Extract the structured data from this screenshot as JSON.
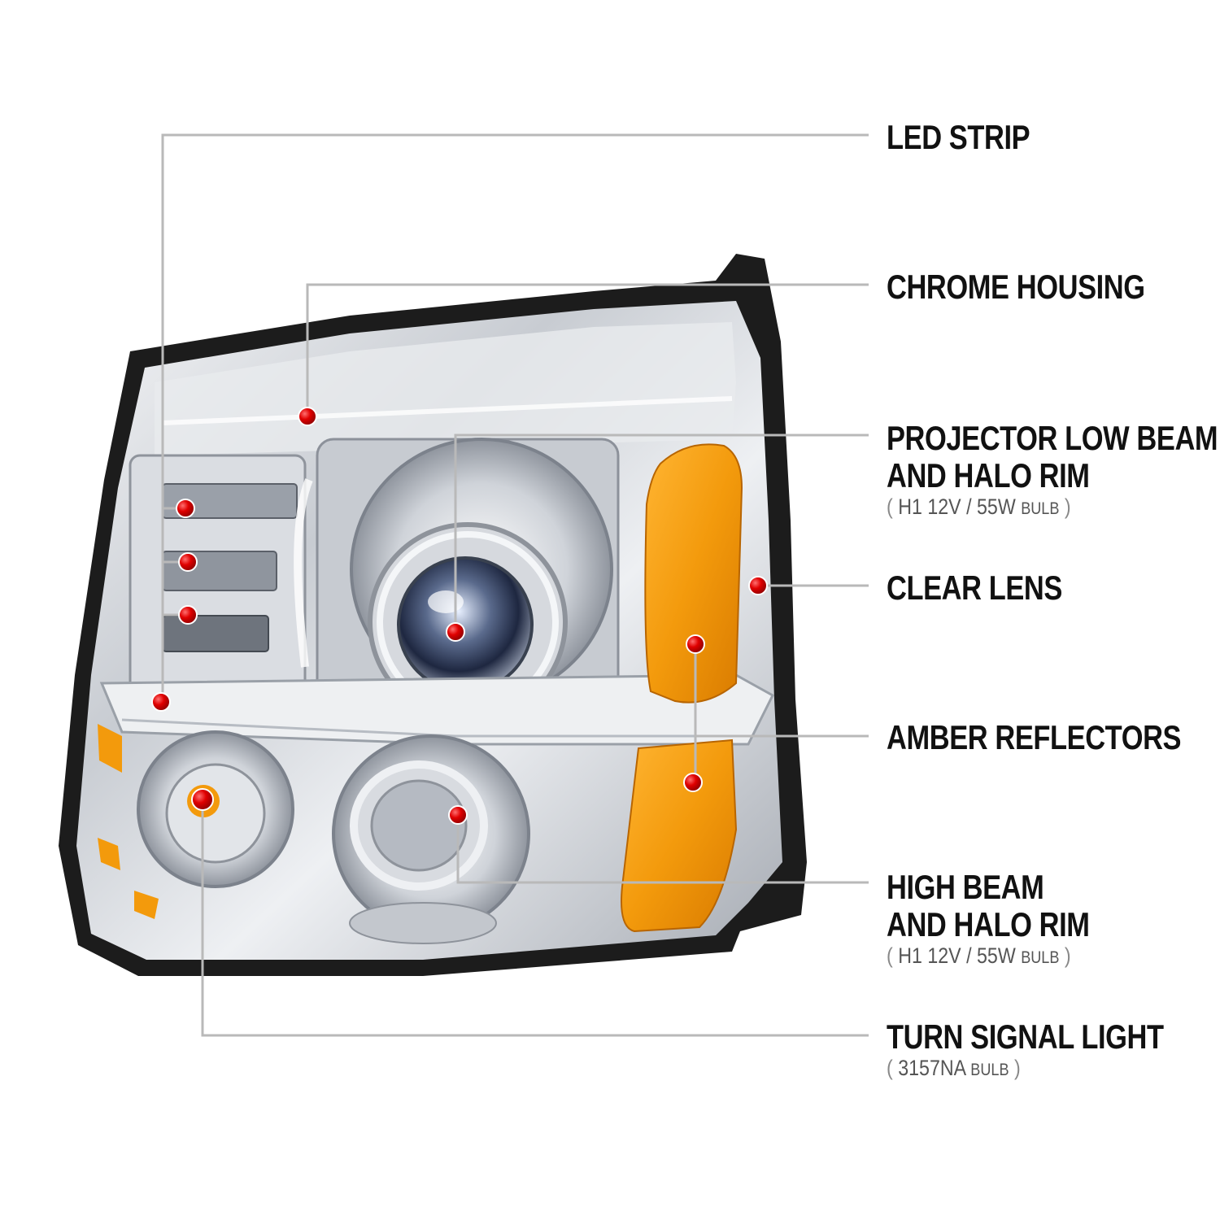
{
  "callouts": [
    {
      "id": "led-strip",
      "lines": [
        "LED STRIP"
      ]
    },
    {
      "id": "chrome-housing",
      "lines": [
        "CHROME HOUSING"
      ]
    },
    {
      "id": "projector-low-beam",
      "lines": [
        "PROJECTOR LOW BEAM",
        "AND HALO RIM"
      ],
      "spec": {
        "open": "(",
        "value": "H1  12V / 55W",
        "unit": "BULB",
        "close": ")"
      }
    },
    {
      "id": "clear-lens",
      "lines": [
        "CLEAR LENS"
      ]
    },
    {
      "id": "amber-reflectors",
      "lines": [
        "AMBER REFLECTORS"
      ]
    },
    {
      "id": "high-beam",
      "lines": [
        "HIGH BEAM",
        "AND HALO RIM"
      ],
      "spec": {
        "open": "(",
        "value": "H1  12V / 55W",
        "unit": "BULB",
        "close": ")"
      }
    },
    {
      "id": "turn-signal",
      "lines": [
        "TURN SIGNAL LIGHT"
      ],
      "spec": {
        "open": "(",
        "value": "3157NA",
        "unit": "BULB",
        "close": ")"
      }
    }
  ],
  "colors": {
    "marker": "#e00000",
    "leader": "#b9b9b9",
    "amber": "#f39a0c",
    "chrome": "#c9ccd1",
    "trim": "#1c1c1c"
  }
}
